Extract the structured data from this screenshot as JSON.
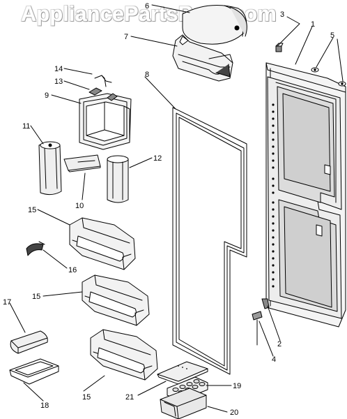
{
  "watermark": "AppliancePartsPros.com",
  "callouts": [
    "1",
    "2",
    "3",
    "4",
    "5",
    "6",
    "7",
    "8",
    "9",
    "10",
    "11",
    "12",
    "13",
    "14",
    "15",
    "15",
    "15",
    "16",
    "17",
    "18",
    "19",
    "20",
    "21"
  ]
}
